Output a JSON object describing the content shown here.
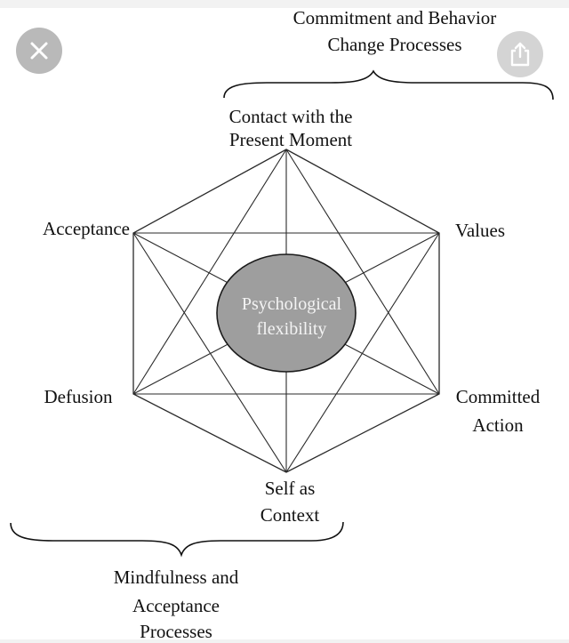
{
  "viewer": {
    "close_icon": "close-icon",
    "share_icon": "share-icon"
  },
  "diagram": {
    "top_brace_label": [
      "Commitment and Behavior",
      "Change Processes"
    ],
    "bottom_brace_label": [
      "Mindfulness and",
      "Acceptance",
      "Processes"
    ],
    "nodes": {
      "top": [
        "Contact with the",
        "Present Moment"
      ],
      "upper_left": [
        "Acceptance"
      ],
      "upper_right": [
        "Values"
      ],
      "lower_left": [
        "Defusion"
      ],
      "lower_right": [
        "Committed",
        "Action"
      ],
      "bottom": [
        "Self as",
        "Context"
      ]
    },
    "center": [
      "Psychological",
      "flexibility"
    ],
    "colors": {
      "center_fill": "#9e9e9e",
      "line": "#2a2a2a",
      "fab_close": "#b9b9b9",
      "fab_share": "#d4d4d4"
    }
  }
}
